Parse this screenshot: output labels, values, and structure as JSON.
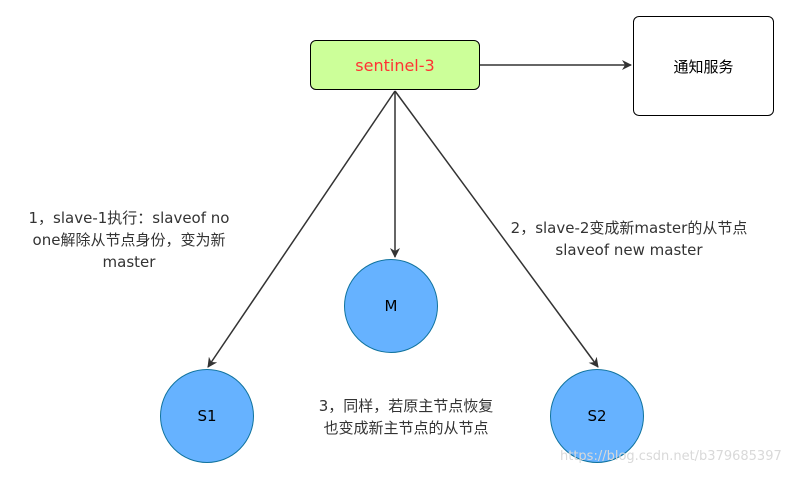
{
  "nodes": {
    "sentinel": "sentinel-3",
    "notify": "通知服务",
    "master": "M",
    "s1": "S1",
    "s2": "S2"
  },
  "notes": {
    "step1_line1": "1，slave-1执行：slaveof no",
    "step1_line2": "one解除从节点身份，变为新",
    "step1_line3": "master",
    "step2_line1": "2，slave-2变成新master的从节点",
    "step2_line2": "slaveof new master",
    "step3_line1": "3，同样，若原主节点恢复",
    "step3_line2": "也变成新主节点的从节点"
  },
  "watermark": "https://blog.csdn.net/b379685397",
  "colors": {
    "sentinel_fill": "#ccff99",
    "sentinel_text": "#ff3333",
    "circle_fill": "#66b2ff",
    "edge": "#333333"
  }
}
